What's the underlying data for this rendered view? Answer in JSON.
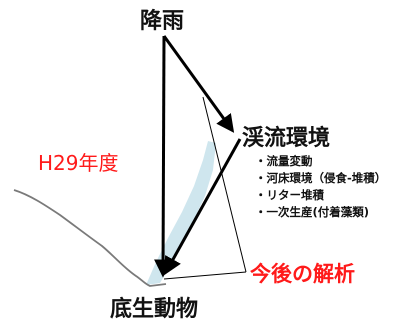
{
  "nodes": {
    "top": "降雨",
    "right": "渓流環境",
    "bottom": "底生動物"
  },
  "labels": {
    "left_year": "H29年度",
    "future": "今後の解析"
  },
  "bullets": [
    "・流量変動",
    "・河床環境（侵食-堆積）",
    "・リター堆積",
    "・一次生産(付着藻類)"
  ],
  "colors": {
    "red": "#ff1a1a",
    "stream": "#cfe6ee",
    "terrain": "#777777"
  }
}
